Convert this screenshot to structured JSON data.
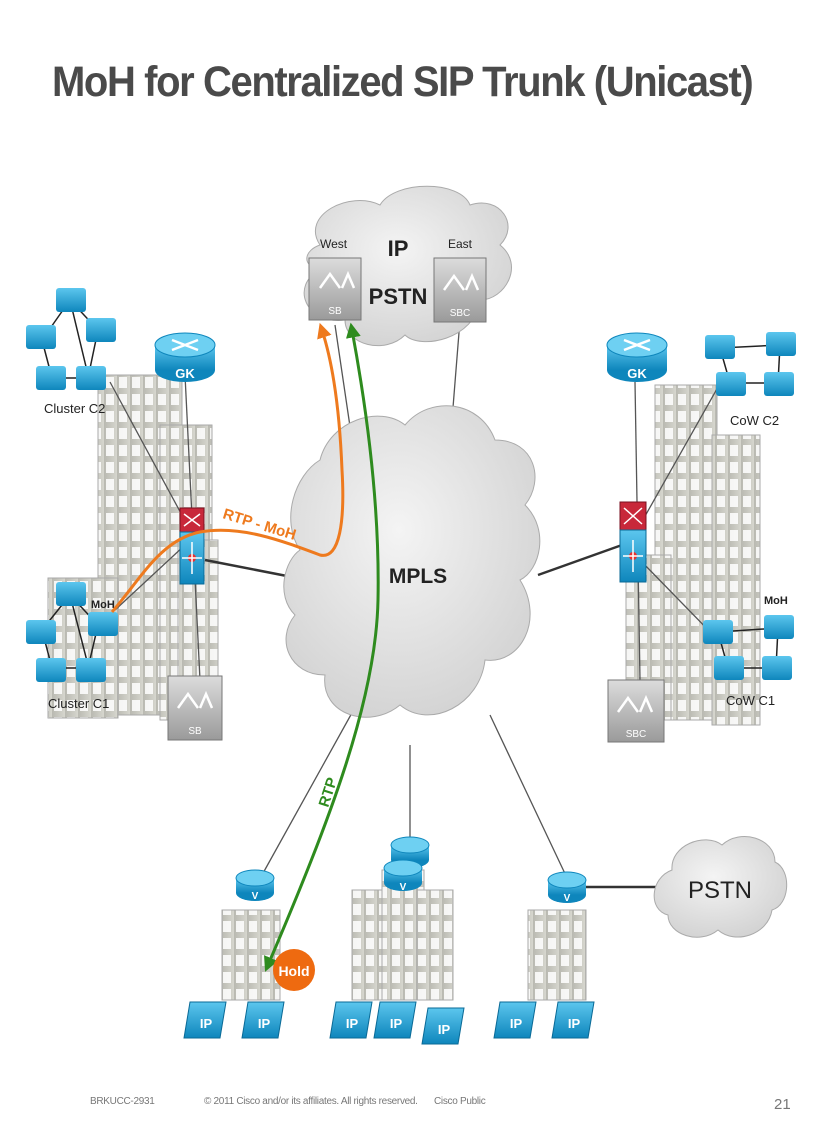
{
  "slide": {
    "title": "MoH for Centralized SIP Trunk (Unicast)",
    "page_number": "21"
  },
  "footer": {
    "session_id": "BRKUCC-2931",
    "copyright": "© 2011 Cisco and/or its affiliates. All rights reserved.",
    "classification": "Cisco Public"
  },
  "diagram": {
    "clouds": {
      "ip_pstn_line1": "IP",
      "ip_pstn_line2": "PSTN",
      "mpls": "MPLS",
      "pstn": "PSTN"
    },
    "sbc": {
      "west_label": "West",
      "east_label": "East",
      "west_device": "SB",
      "east_device": "SBC",
      "left_site_device": "SB",
      "right_site_device": "SBC"
    },
    "left_site": {
      "gatekeeper": "GK",
      "cluster_top": "Cluster C2",
      "cluster_bottom": "Cluster C1",
      "moh_label": "MoH"
    },
    "right_site": {
      "gatekeeper": "GK",
      "cluster_top": "CoW C2",
      "cluster_bottom": "CoW C1",
      "moh_label": "MoH"
    },
    "media_paths": {
      "rtp_moh_label": "RTP - MoH",
      "rtp_label": "RTP"
    },
    "branch": {
      "router_glyph": "V",
      "hold_badge": "Hold",
      "phone_glyph": "IP"
    },
    "colors": {
      "cloud_fill": "#dcdcdc",
      "device_blue": "#1aa6d8",
      "building": "#c8c8c0",
      "rtp_moh_orange": "#ee7a1e",
      "rtp_green": "#2e8b1e",
      "hold_orange": "#ee6a10",
      "firewall_red": "#c8283a"
    }
  }
}
